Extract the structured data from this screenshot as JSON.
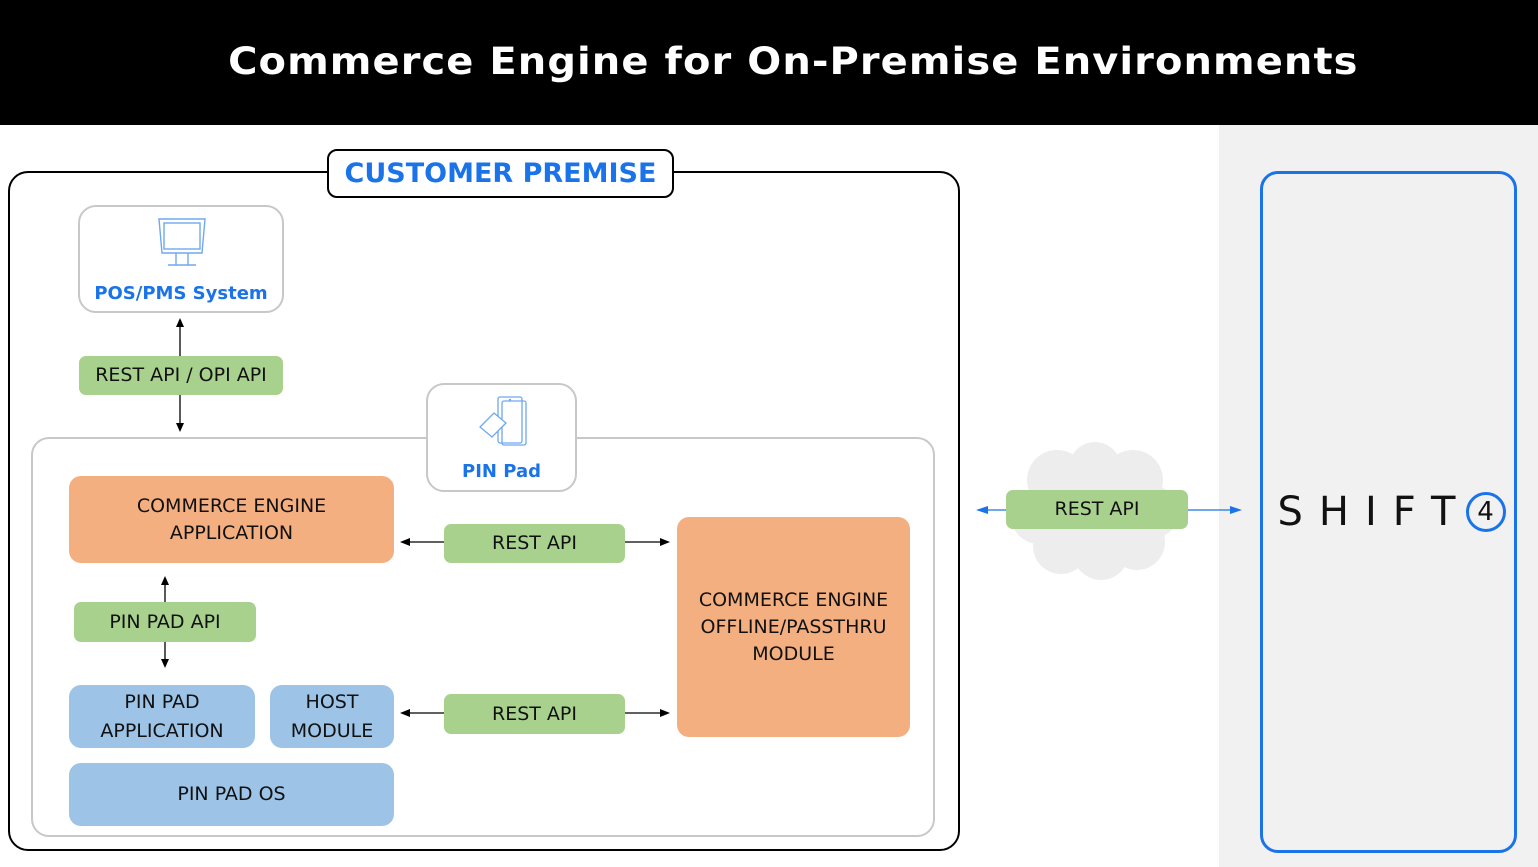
{
  "header": {
    "title": "Commerce Engine for On-Premise Environments"
  },
  "premise": {
    "label": "CUSTOMER PREMISE"
  },
  "pos_system": {
    "label": "POS/PMS System",
    "icon": "monitor-icon"
  },
  "pin_pad_device": {
    "label": "PIN Pad",
    "icon": "card-reader-icon"
  },
  "connectors": {
    "pos_api": "REST API / OPI API",
    "app_to_module": "REST API",
    "pin_pad_api": "PIN PAD API",
    "host_to_module": "REST API",
    "cloud_api": "REST API"
  },
  "blocks": {
    "ce_application": {
      "line1": "COMMERCE ENGINE",
      "line2": "APPLICATION"
    },
    "offline_module": {
      "line1": "COMMERCE ENGINE",
      "line2": "OFFLINE/PASSTHRU",
      "line3": "MODULE"
    },
    "pin_pad_application": {
      "line1": "PIN PAD",
      "line2": "APPLICATION"
    },
    "host_module": {
      "line1": "HOST",
      "line2": "MODULE"
    },
    "pin_pad_os": {
      "label": "PIN PAD OS"
    }
  },
  "shift4": {
    "text": "SHIFT",
    "digit": "4"
  },
  "colors": {
    "accent_blue": "#1a73e8",
    "orange_block": "#f4af80",
    "blue_block": "#9dc3e6",
    "green_label": "#a9d18e"
  }
}
